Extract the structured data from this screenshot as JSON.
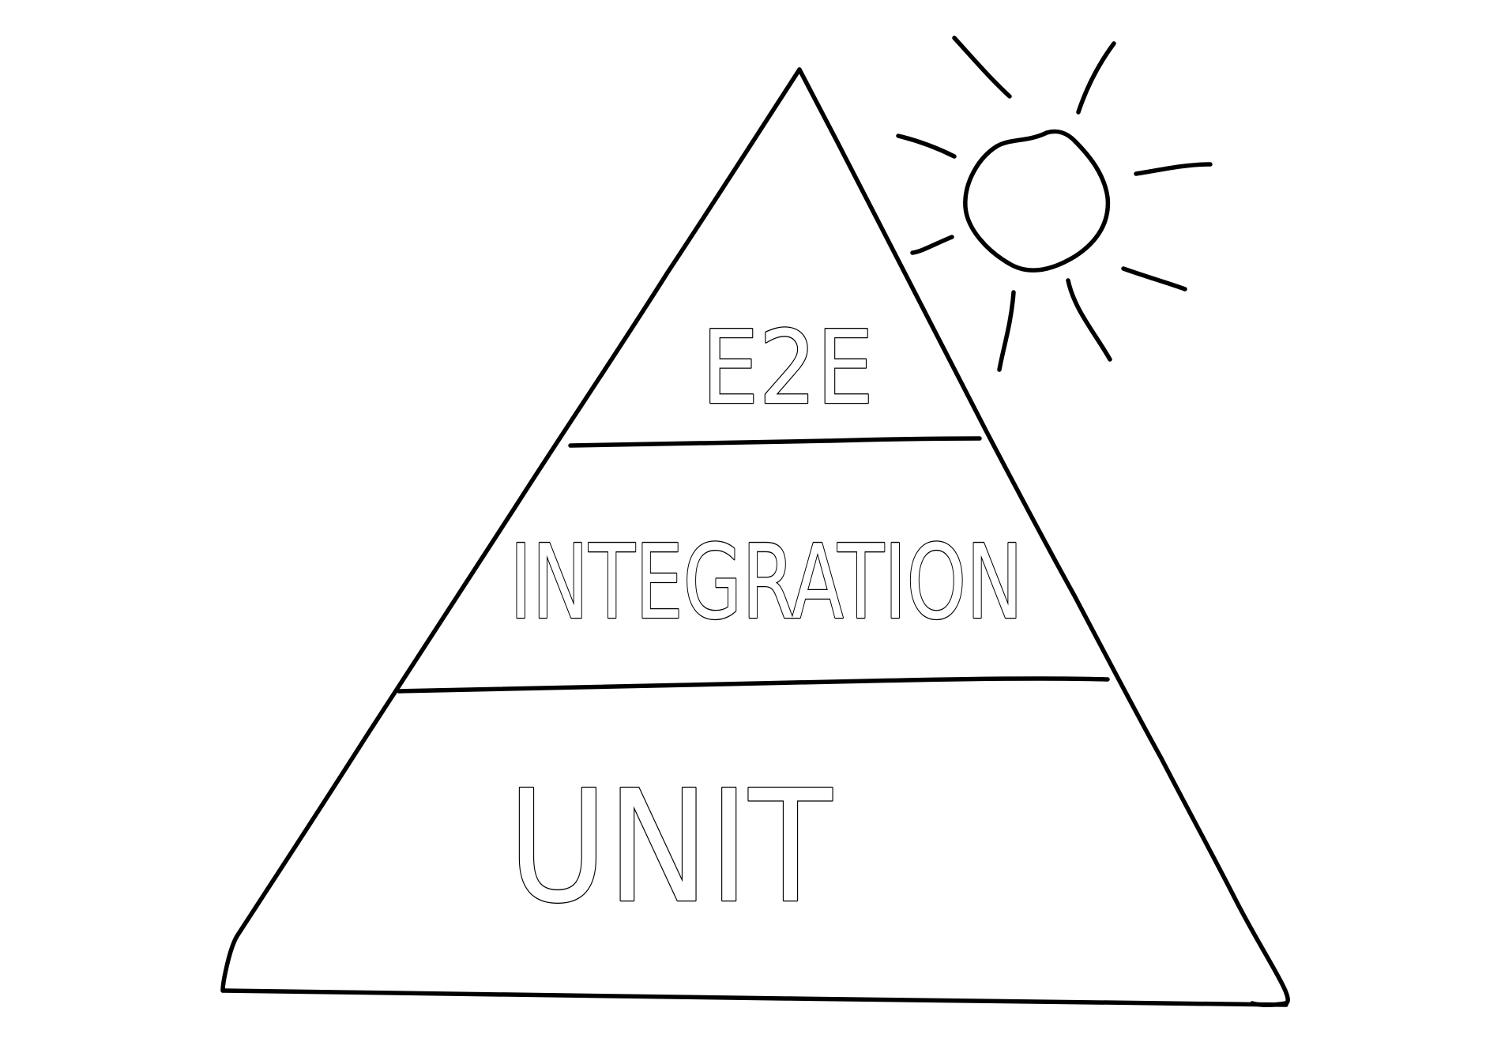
{
  "diagram": {
    "layers": [
      {
        "label": "E2E"
      },
      {
        "label": "INTEGRATION"
      },
      {
        "label": "UNIT"
      }
    ],
    "colors": {
      "ink": "#000000",
      "background": "#ffffff"
    },
    "icons": [
      "sun-icon"
    ]
  }
}
